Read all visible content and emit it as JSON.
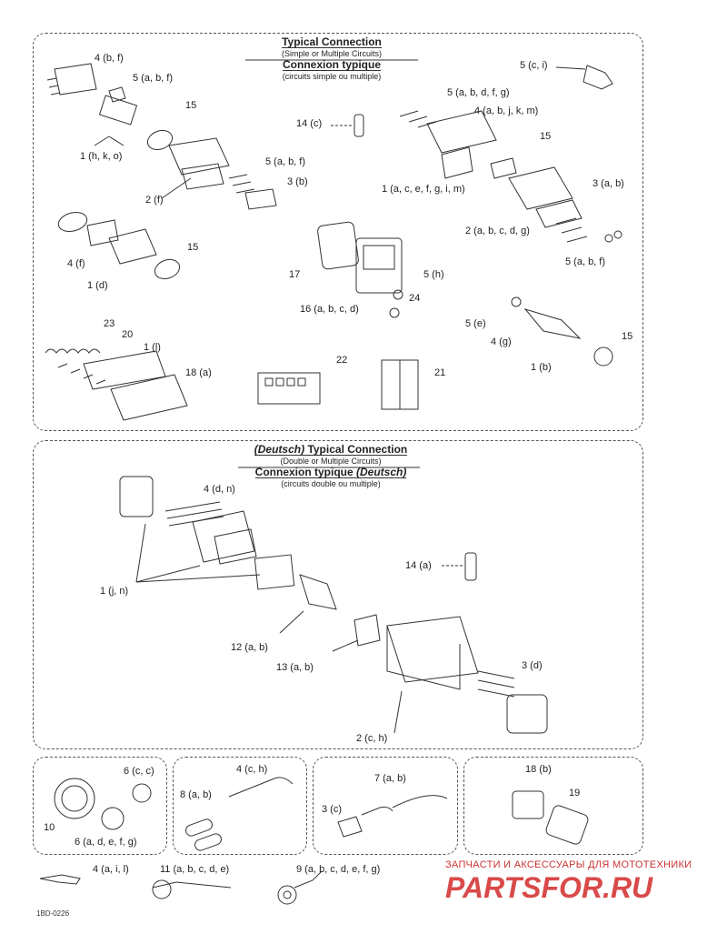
{
  "top_panel": {
    "title_en": "Typical Connection",
    "subtitle_en": "(Simple or Multiple Circuits)",
    "title_fr": "Connexion typique",
    "subtitle_fr": "(circuits simple ou multiple)",
    "labels": {
      "l1": "4 (b, f)",
      "l2": "5 (a, b, f)",
      "l3": "15",
      "l4": "1 (h, k, o)",
      "l5": "2 (f)",
      "l6": "5 (a, b, f)",
      "l7": "3 (b)",
      "l8": "14 (c)",
      "l9": "5 (c, i)",
      "l10": "5 (a, b, d, f, g)",
      "l11": "4 (a, b, j, k, m)",
      "l12": "15",
      "l13": "1 (a, c, e, f, g, i, m)",
      "l14": "3 (a, b)",
      "l15": "2 (a, b, c, d, g)",
      "l16": "5 (a, b, f)",
      "l17": "4 (f)",
      "l18": "15",
      "l19": "1 (d)",
      "l20": "17",
      "l21": "5 (h)",
      "l22": "24",
      "l23": "16 (a, b, c, d)",
      "l24": "5 (e)",
      "l25": "4 (g)",
      "l26": "15",
      "l27": "1 (b)",
      "l28": "23",
      "l29": "20",
      "l30": "1 (l)",
      "l31": "18 (a)",
      "l32": "22",
      "l33": "21"
    }
  },
  "middle_panel": {
    "title_en_prefix": "(Deutsch)",
    "title_en": "Typical Connection",
    "subtitle_en": "(Double or Multiple Circuits)",
    "title_fr": "Connexion typique",
    "title_fr_suffix": "(Deutsch)",
    "subtitle_fr": "(circuits double ou multiple)",
    "labels": {
      "m1": "4 (d, n)",
      "m2": "1 (j, n)",
      "m3": "14 (a)",
      "m4": "12 (a, b)",
      "m5": "13 (a, b)",
      "m6": "3 (d)",
      "m7": "2 (c, h)"
    }
  },
  "bottom_panels": {
    "b1": {
      "l1": "6 (c, c)",
      "l2": "10",
      "l3": "6 (a, d, e, f, g)"
    },
    "b2": {
      "l1": "4 (c, h)",
      "l2": "8 (a, b)"
    },
    "b3": {
      "l1": "7 (a, b)",
      "l2": "3 (c)"
    },
    "b4": {
      "l1": "18 (b)",
      "l2": "19"
    }
  },
  "footer": {
    "f1": "4 (a, i, l)",
    "f2": "11 (a, b, c, d, e)",
    "f3": "9 (a, b, c, d, e, f, g)",
    "watermark_text": "ЗАПЧАСТИ И АКСЕССУАРЫ ДЛЯ МОТОТЕХНИКИ",
    "logo_text": "PARTSFOR.RU",
    "drawing_code": "1BD-0226"
  },
  "colors": {
    "line": "#333333",
    "watermark": "#cc3333",
    "logo": "#d94a4a"
  }
}
